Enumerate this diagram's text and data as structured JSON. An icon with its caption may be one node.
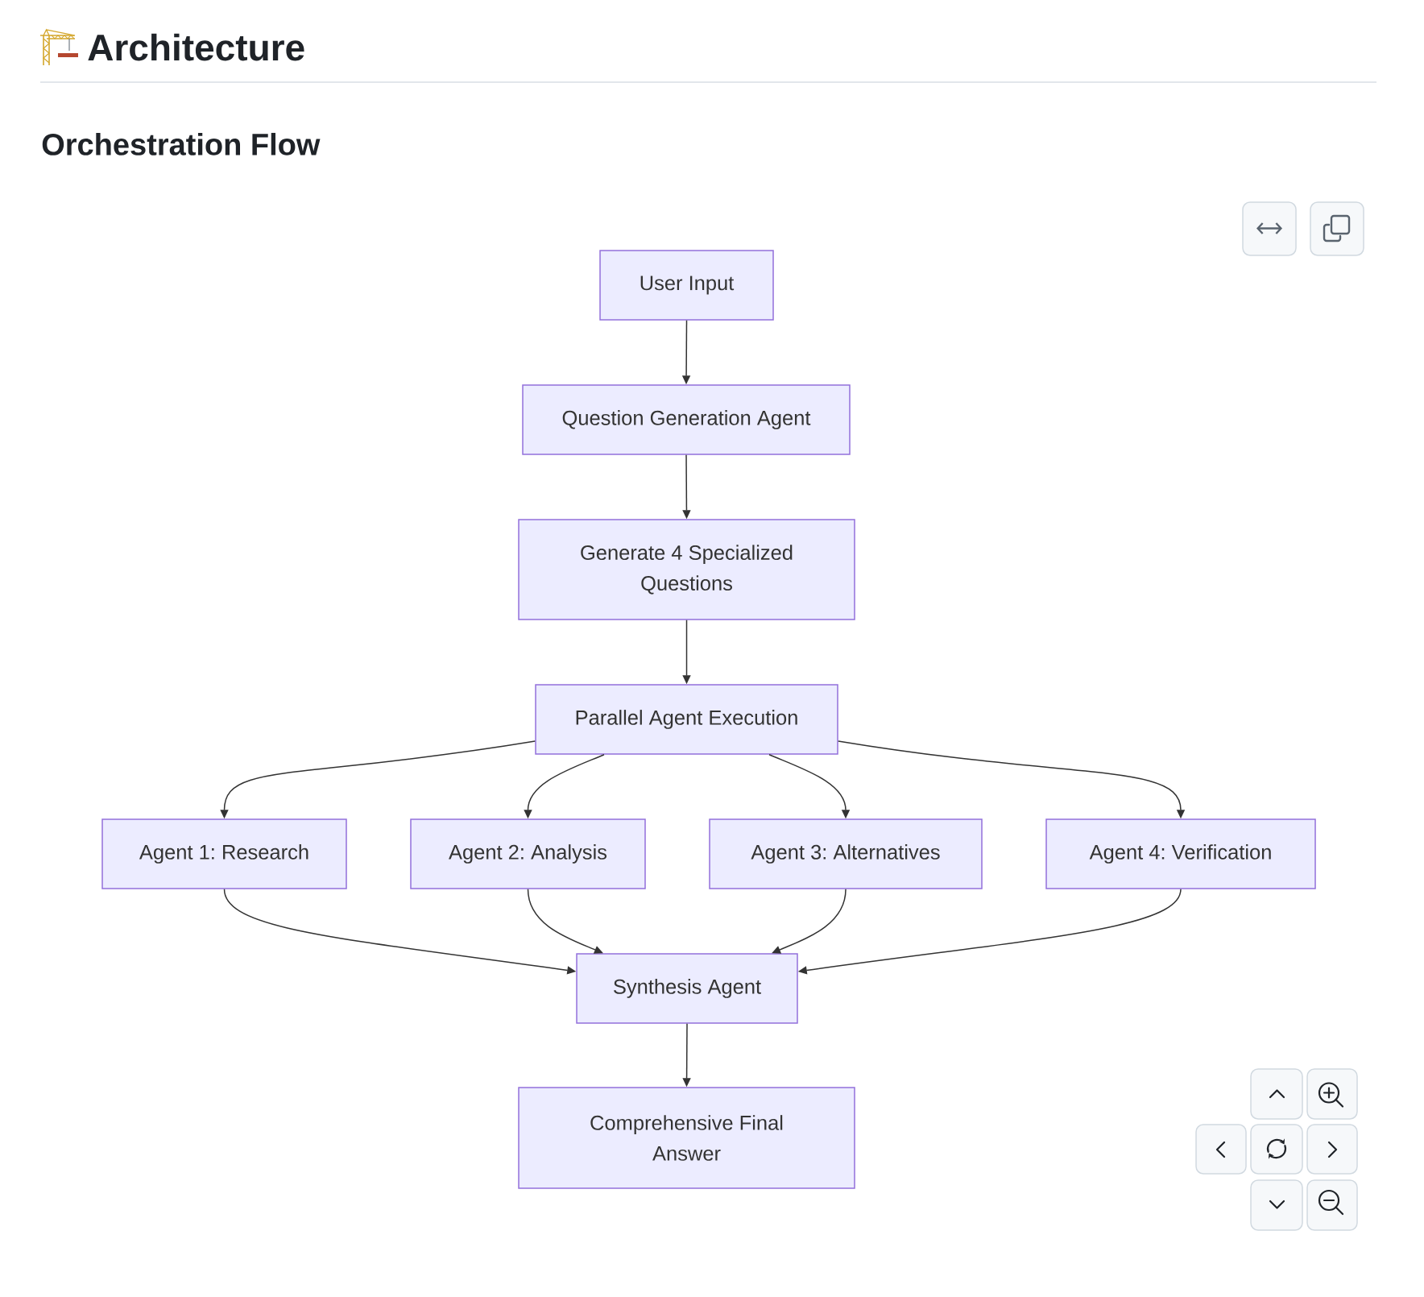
{
  "diagram": {
    "title": "Architecture",
    "nodes": [
      {
        "text": [
          "User Input"
        ]
      },
      {
        "text": [
          "Question Generation Agent"
        ]
      },
      {
        "text": [
          "Generate 4 Specialized Questions"
        ]
      },
      {
        "text": [
          "Parallel Agent Execution"
        ]
      },
      {
        "text": [
          "Agent 1: Research"
        ]
      },
      {
        "text": [
          "Agent 2: Analysis"
        ]
      },
      {
        "text": [
          "Agent 3: Alternatives"
        ]
      },
      {
        "text": [
          "Agent 4: Verification"
        ]
      },
      {
        "text": [
          "Synthesis Agent"
        ]
      },
      {
        "text": [
          "Comprehensive Final Answer"
        ]
      }
    ],
    "edges": [
      {
        "from": 0,
        "to": 1,
        "arrow": "to"
      },
      {
        "from": 1,
        "to": 2,
        "arrow": "to"
      },
      {
        "from": 2,
        "to": 3,
        "arrow": "to"
      },
      {
        "from": 3,
        "to": 4,
        "arrow": "to"
      },
      {
        "from": 3,
        "to": 5,
        "arrow": "to"
      },
      {
        "from": 3,
        "to": 6,
        "arrow": "to"
      },
      {
        "from": 3,
        "to": 7,
        "arrow": "to"
      },
      {
        "from": 4,
        "to": 8,
        "arrow": "to"
      },
      {
        "from": 5,
        "to": 8,
        "arrow": "to"
      },
      {
        "from": 6,
        "to": 8,
        "arrow": "to"
      },
      {
        "from": 7,
        "to": 8,
        "arrow": "to"
      },
      {
        "from": 8,
        "to": 9,
        "arrow": "to"
      }
    ],
    "labels": [
      "Orchestration Flow"
    ]
  }
}
